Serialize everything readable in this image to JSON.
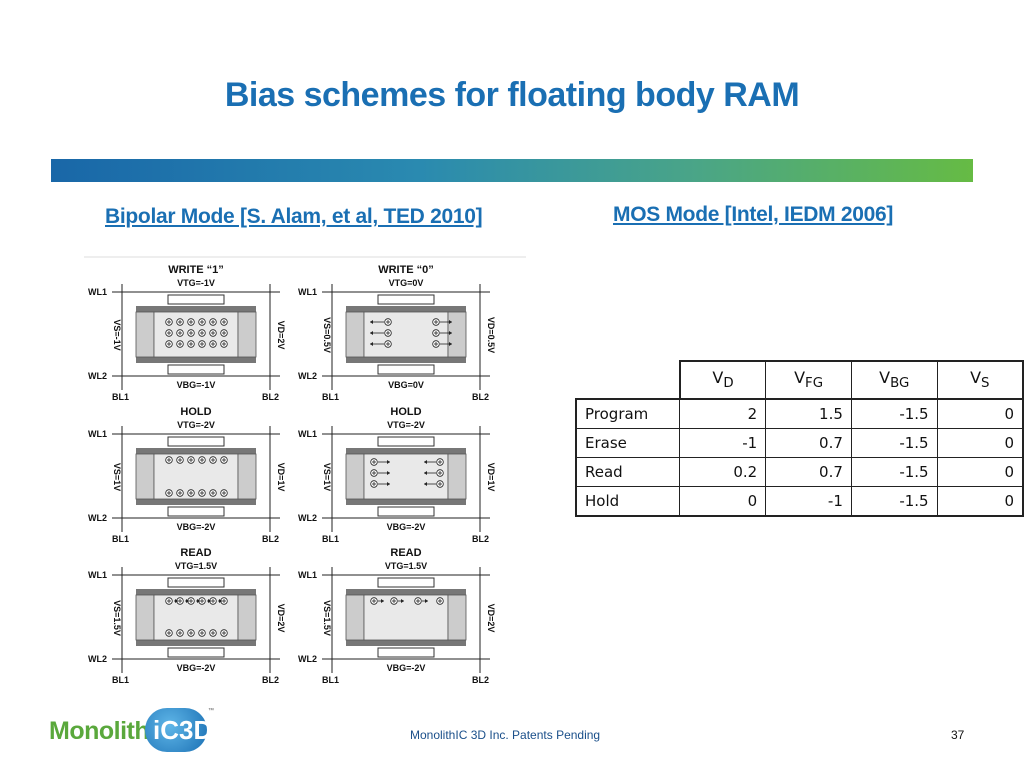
{
  "slide": {
    "title": "Bias schemes for floating body RAM",
    "subtitle_left": "Bipolar Mode [S. Alam, et al, TED 2010]",
    "subtitle_right": "MOS Mode [Intel, IEDM 2006]",
    "footer": "MonolithIC 3D Inc. Patents Pending",
    "page_number": "37",
    "logo_text": "Monolith",
    "logo_badge": "iC3D",
    "logo_tm": "™"
  },
  "diagram": {
    "cells": [
      {
        "title": "WRITE “1”",
        "vtg": "VTG=-1V",
        "vbg": "VBG=-1V",
        "vs": "VS=-1V",
        "vd": "VD=2V",
        "holes": "full"
      },
      {
        "title": "WRITE “0”",
        "vtg": "VTG=0V",
        "vbg": "VBG=0V",
        "vs": "VS=0.5V",
        "vd": "VD=0.5V",
        "holes": "escape"
      },
      {
        "title": "HOLD",
        "vtg": "VTG=-2V",
        "vbg": "VBG=-2V",
        "vs": "VS=1V",
        "vd": "VD=1V",
        "holes": "split"
      },
      {
        "title": "HOLD",
        "vtg": "VTG=-2V",
        "vbg": "VBG=-2V",
        "vs": "VS=1V",
        "vd": "VD=1V",
        "holes": "sides"
      },
      {
        "title": "READ",
        "vtg": "VTG=1.5V",
        "vbg": "VBG=-2V",
        "vs": "VS=1.5V",
        "vd": "VD=2V",
        "holes": "read1"
      },
      {
        "title": "READ",
        "vtg": "VTG=1.5V",
        "vbg": "VBG=-2V",
        "vs": "VS=1.5V",
        "vd": "VD=2V",
        "holes": "read0"
      }
    ],
    "wl1": "WL1",
    "wl2": "WL2",
    "bl1": "BL1",
    "bl2": "BL2"
  },
  "table": {
    "headers": [
      "VD",
      "VFG",
      "VBG",
      "VS"
    ],
    "header_main": [
      "V",
      "V",
      "V",
      "V"
    ],
    "header_sub": [
      "D",
      "FG",
      "BG",
      "S"
    ],
    "rows": [
      {
        "label": "Program",
        "values": [
          "2",
          "1.5",
          "-1.5",
          "0"
        ]
      },
      {
        "label": "Erase",
        "values": [
          "-1",
          "0.7",
          "-1.5",
          "0"
        ]
      },
      {
        "label": "Read",
        "values": [
          "0.2",
          "0.7",
          "-1.5",
          "0"
        ]
      },
      {
        "label": "Hold",
        "values": [
          "0",
          "-1",
          "-1.5",
          "0"
        ]
      }
    ]
  }
}
